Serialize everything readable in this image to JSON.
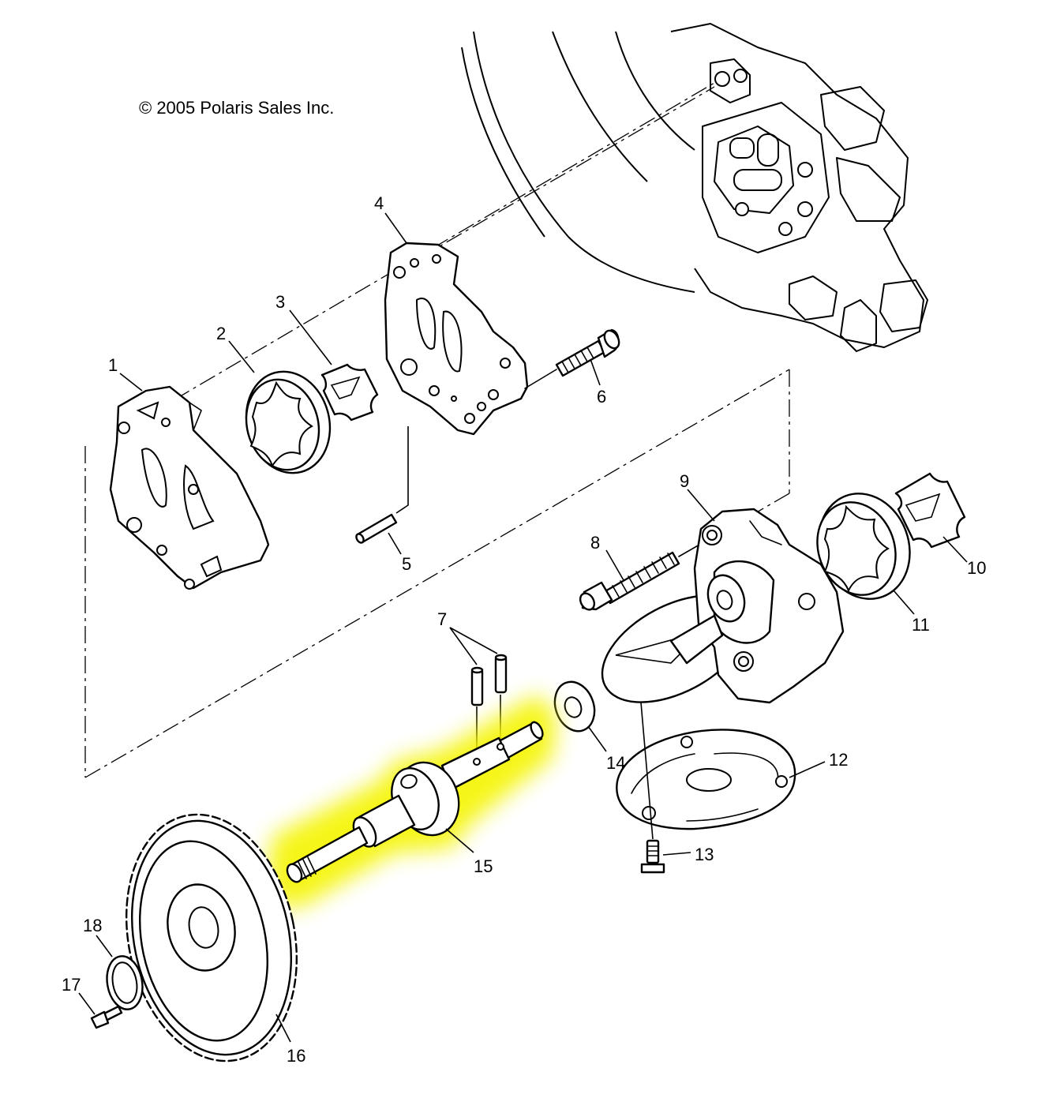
{
  "copyright": "© 2005 Polaris Sales Inc.",
  "highlight_color": "#f4f400",
  "callouts": {
    "c1": "1",
    "c2": "2",
    "c3": "3",
    "c4": "4",
    "c5": "5",
    "c6": "6",
    "c7": "7",
    "c8": "8",
    "c9": "9",
    "c10": "10",
    "c11": "11",
    "c12": "12",
    "c13": "13",
    "c14": "14",
    "c15": "15",
    "c16": "16",
    "c17": "17",
    "c18": "18"
  }
}
